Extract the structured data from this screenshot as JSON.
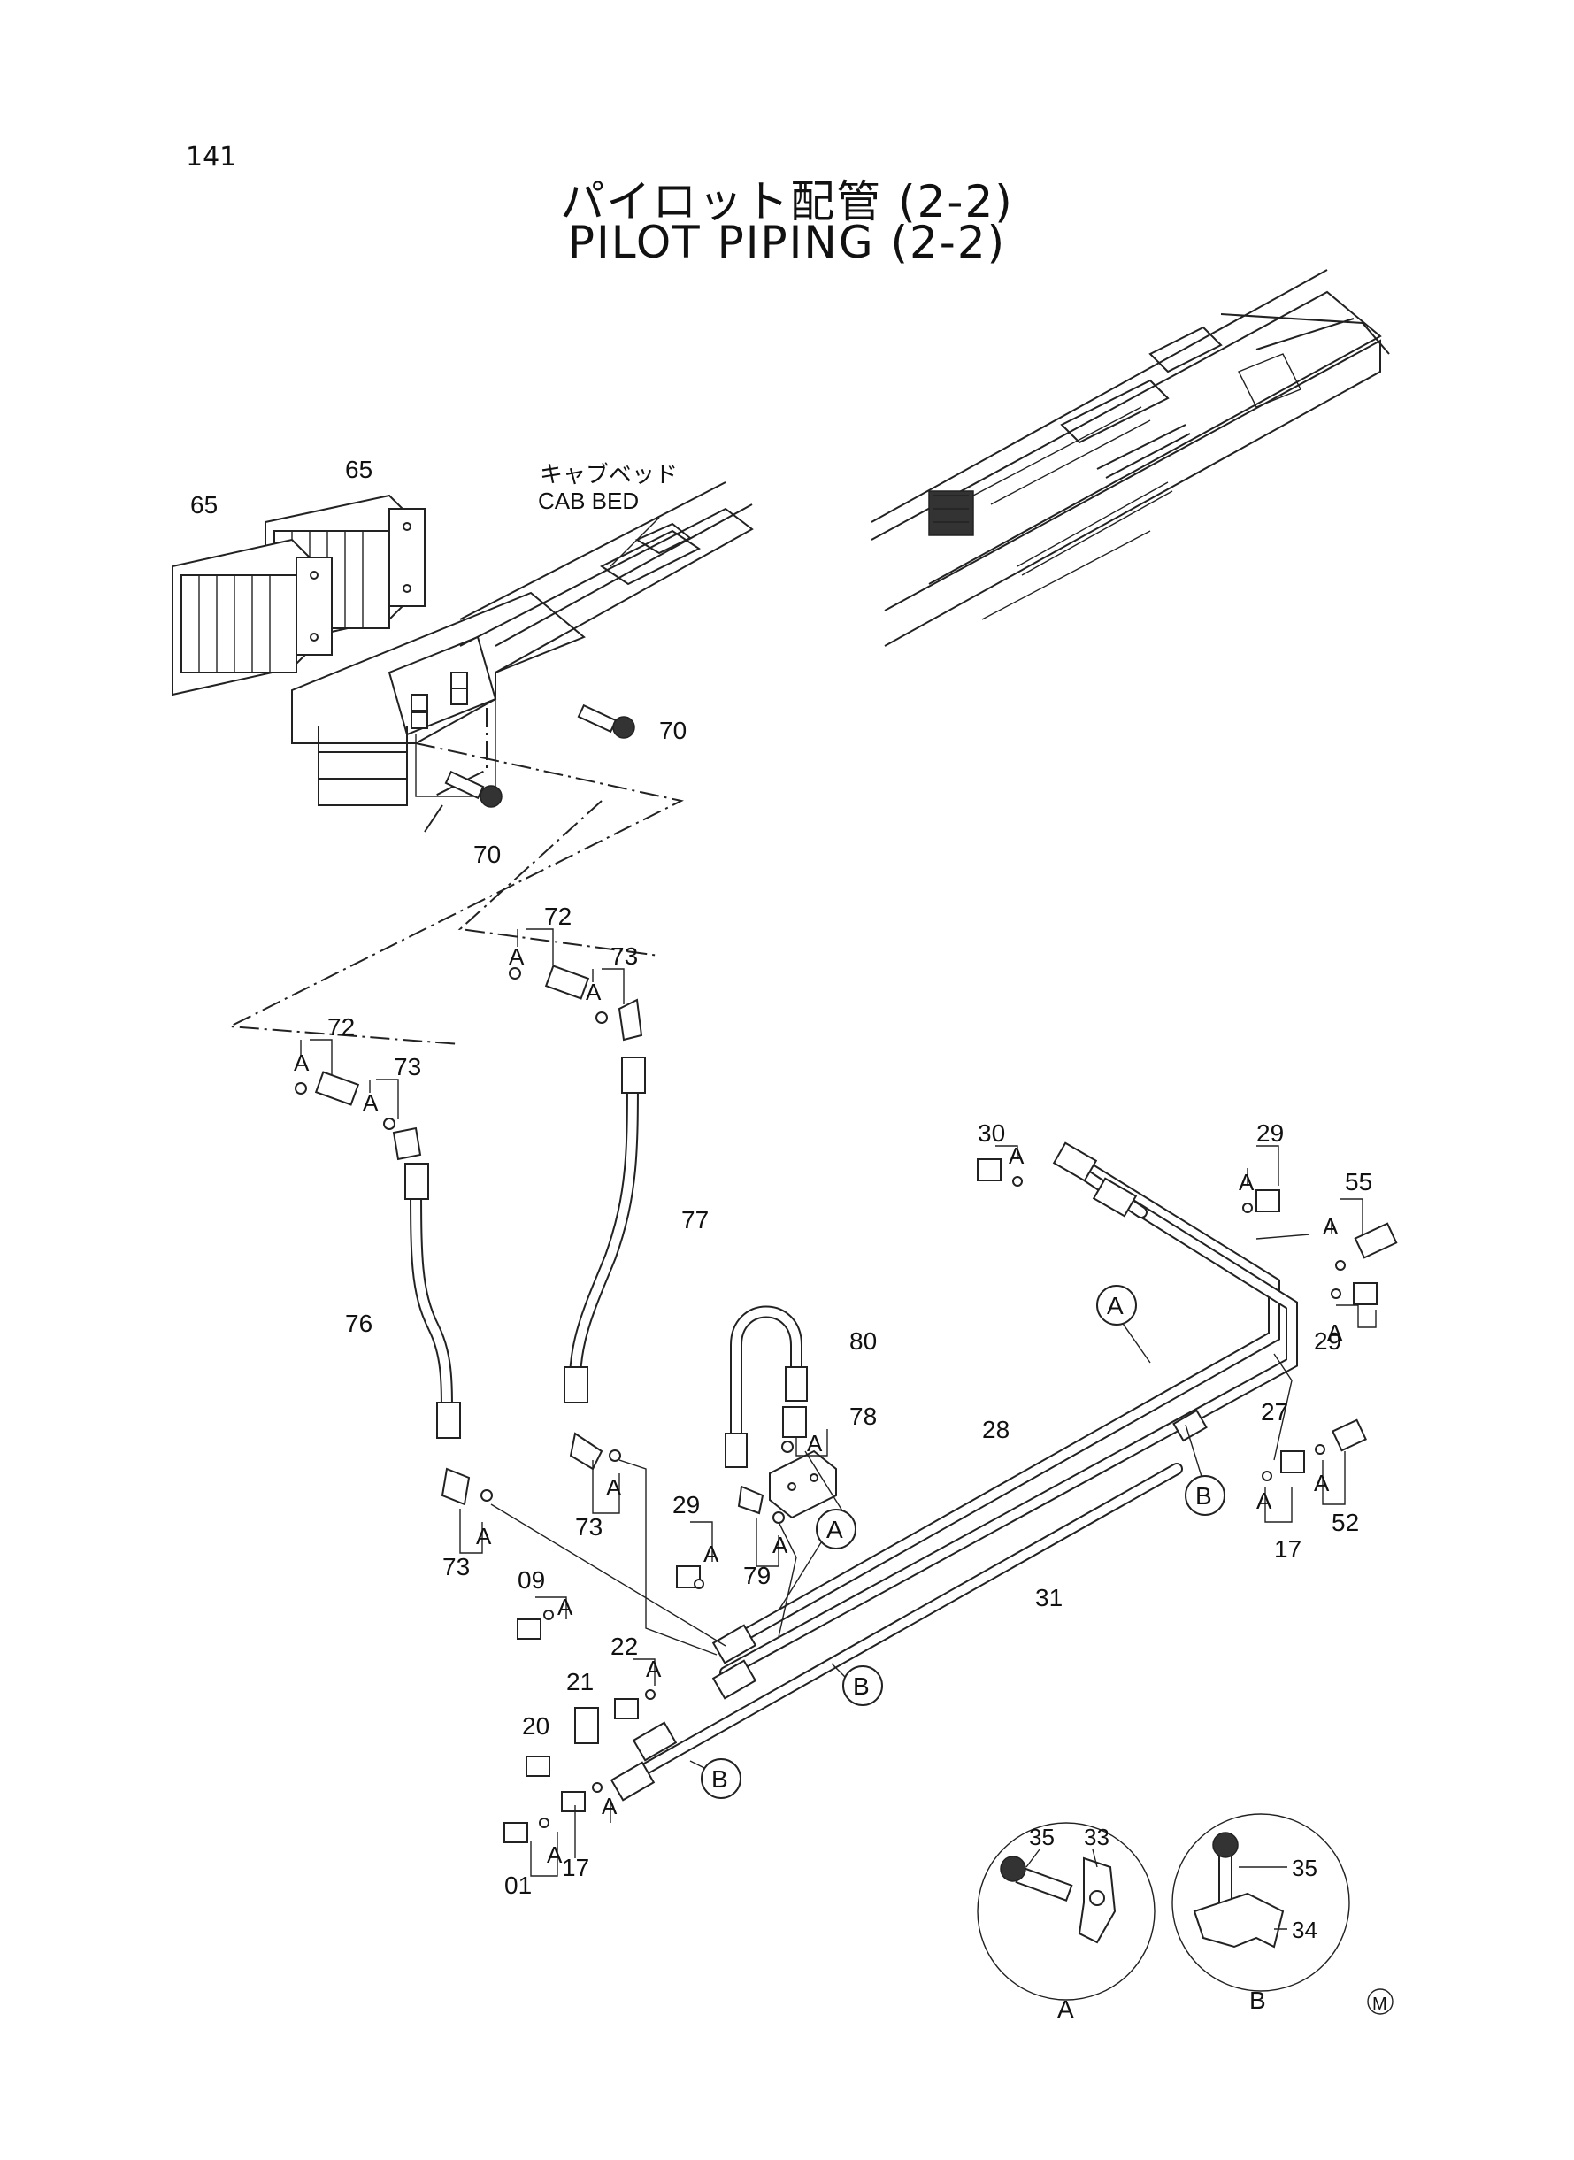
{
  "page_number": "141",
  "title_ja": "パイロット配管 (2-2)",
  "title_en": "PILOT PIPING (2-2)",
  "cab_bed_ja": "キャブベッド",
  "cab_bed_en": "CAB BED",
  "detail_a_label": "A",
  "detail_b_label": "B",
  "detail_marker": "A",
  "callout_a": "A",
  "callout_b": "B",
  "maker_mark": "M",
  "parts": {
    "p65": "65",
    "p70": "70",
    "p72": "72",
    "p73": "73",
    "p76": "76",
    "p77": "77",
    "p78": "78",
    "p79": "79",
    "p80": "80",
    "p28": "28",
    "p29": "29",
    "p30": "30",
    "p31": "31",
    "p27": "27",
    "p55": "55",
    "p52": "52",
    "p17": "17",
    "p09": "09",
    "p20": "20",
    "p21": "21",
    "p22": "22",
    "p01": "01",
    "p33": "33",
    "p34": "34",
    "p35": "35"
  }
}
